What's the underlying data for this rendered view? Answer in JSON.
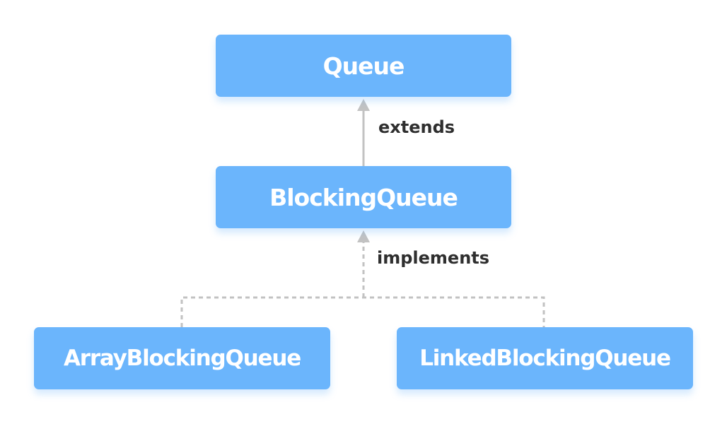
{
  "nodes": {
    "queue": "Queue",
    "blocking_queue": "BlockingQueue",
    "array_blocking_queue": "ArrayBlockingQueue",
    "linked_blocking_queue": "LinkedBlockingQueue"
  },
  "edges": {
    "extends": "extends",
    "implements": "implements"
  },
  "colors": {
    "node_fill": "#6bb5fc",
    "node_text": "#ffffff",
    "connector": "#c2c2c2",
    "label_text": "#2f2f2f"
  }
}
